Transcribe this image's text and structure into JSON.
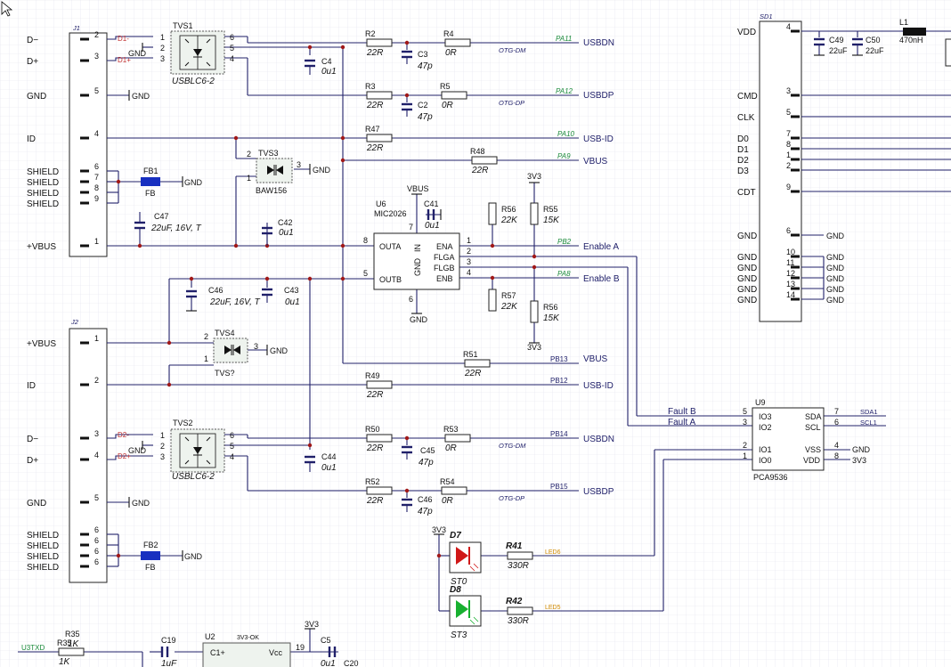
{
  "connectors": {
    "j1": {
      "ref": "J1",
      "pins": [
        {
          "label": "D−",
          "num": "2"
        },
        {
          "label": "D+",
          "num": "3"
        },
        {
          "label": "GND",
          "num": "5"
        },
        {
          "label": "ID",
          "num": "4"
        },
        {
          "label": "SHIELD",
          "num": "6"
        },
        {
          "label": "SHIELD",
          "num": "7"
        },
        {
          "label": "SHIELD",
          "num": "8"
        },
        {
          "label": "SHIELD",
          "num": "9"
        },
        {
          "label": "+VBUS",
          "num": "1"
        }
      ]
    },
    "j2": {
      "ref": "J2",
      "pins": [
        {
          "label": "+VBUS",
          "num": "1"
        },
        {
          "label": "ID",
          "num": "2"
        },
        {
          "label": "D−",
          "num": "3"
        },
        {
          "label": "D+",
          "num": "4"
        },
        {
          "label": "GND",
          "num": "5"
        },
        {
          "label": "SHIELD",
          "num": "6"
        },
        {
          "label": "SHIELD",
          "num": "6"
        },
        {
          "label": "SHIELD",
          "num": "6"
        },
        {
          "label": "SHIELD",
          "num": "6"
        }
      ]
    },
    "sd1": {
      "ref": "SD1",
      "pins": [
        {
          "label": "VDD",
          "num": "4"
        },
        {
          "label": "CMD",
          "num": "3"
        },
        {
          "label": "CLK",
          "num": "5"
        },
        {
          "label": "D0",
          "num": "7"
        },
        {
          "label": "D1",
          "num": "8"
        },
        {
          "label": "D2",
          "num": "1"
        },
        {
          "label": "D3",
          "num": "2"
        },
        {
          "label": "CDT",
          "num": "9"
        },
        {
          "label": "GND",
          "num": "6"
        },
        {
          "label": "GND",
          "num": "10"
        },
        {
          "label": "GND",
          "num": "11"
        },
        {
          "label": "GND",
          "num": "12"
        },
        {
          "label": "GND",
          "num": "13"
        },
        {
          "label": "GND",
          "num": "14"
        }
      ]
    }
  },
  "components": {
    "tvs1": {
      "ref": "TVS1",
      "value": "USBLC6-2",
      "pins": [
        "1",
        "2",
        "3",
        "6",
        "5",
        "4"
      ]
    },
    "tvs2": {
      "ref": "TVS2",
      "value": "USBLC6-2",
      "pins": [
        "1",
        "2",
        "3",
        "6",
        "5",
        "4"
      ]
    },
    "tvs3": {
      "ref": "TVS3",
      "value": "BAW156",
      "pins": [
        "2",
        "1",
        "3"
      ]
    },
    "tvs4": {
      "ref": "TVS4",
      "value": "TVS?",
      "pins": [
        "2",
        "1",
        "3"
      ]
    },
    "fb1": {
      "ref": "FB1",
      "value": "FB"
    },
    "fb2": {
      "ref": "FB2",
      "value": "FB"
    },
    "u6": {
      "ref": "U6",
      "value": "MIC2026",
      "pins": {
        "outa": "OUTA",
        "outb": "OUTB",
        "ena": "ENA",
        "flga": "FLGA",
        "flgb": "FLGB",
        "enb": "ENB",
        "in": "IN",
        "gnd": "GND"
      },
      "pin_nums": [
        "8",
        "5",
        "1",
        "2",
        "3",
        "4",
        "7",
        "6"
      ]
    },
    "u9": {
      "ref": "U9",
      "value": "PCA9536",
      "pins": [
        "IO3",
        "IO2",
        "IO1",
        "IO0",
        "SDA",
        "SCL",
        "VSS",
        "VDD"
      ],
      "pin_nums": [
        "5",
        "3",
        "2",
        "1",
        "7",
        "6",
        "4",
        "8"
      ]
    },
    "u2": {
      "ref": "U2",
      "value": "3V3-OK",
      "pins": [
        "C1+",
        "Vcc"
      ],
      "pin_nums": [
        "19"
      ]
    },
    "d7": {
      "ref": "D7",
      "value": "ST0"
    },
    "d8": {
      "ref": "D8",
      "value": "ST3"
    },
    "l1": {
      "ref": "L1",
      "value": "470nH"
    }
  },
  "resistors": [
    {
      "ref": "R2",
      "value": "22R"
    },
    {
      "ref": "R4",
      "value": "0R"
    },
    {
      "ref": "R3",
      "value": "22R"
    },
    {
      "ref": "R5",
      "value": "0R"
    },
    {
      "ref": "R47",
      "value": "22R"
    },
    {
      "ref": "R48",
      "value": "22R"
    },
    {
      "ref": "R56",
      "value": "22K"
    },
    {
      "ref": "R55",
      "value": "15K"
    },
    {
      "ref": "R57",
      "value": "22K"
    },
    {
      "ref": "R56",
      "value": "15K"
    },
    {
      "ref": "R51",
      "value": "22R"
    },
    {
      "ref": "R49",
      "value": "22R"
    },
    {
      "ref": "R50",
      "value": "22R"
    },
    {
      "ref": "R53",
      "value": "0R"
    },
    {
      "ref": "R52",
      "value": "22R"
    },
    {
      "ref": "R54",
      "value": "0R"
    },
    {
      "ref": "R41",
      "value": "330R"
    },
    {
      "ref": "R42",
      "value": "330R"
    },
    {
      "ref": "R35",
      "value": "1K"
    }
  ],
  "capacitors": [
    {
      "ref": "C4",
      "value": "0u1"
    },
    {
      "ref": "C3",
      "value": "47p"
    },
    {
      "ref": "C2",
      "value": "47p"
    },
    {
      "ref": "C47",
      "value": "22uF, 16V, T"
    },
    {
      "ref": "C42",
      "value": "0u1"
    },
    {
      "ref": "C41",
      "value": "0u1"
    },
    {
      "ref": "C46",
      "value": "22uF, 16V, T"
    },
    {
      "ref": "C43",
      "value": "0u1"
    },
    {
      "ref": "C44",
      "value": "0u1"
    },
    {
      "ref": "C45",
      "value": "47p"
    },
    {
      "ref": "C46",
      "value": "47p"
    },
    {
      "ref": "C49",
      "value": "22uF"
    },
    {
      "ref": "C50",
      "value": "22uF"
    },
    {
      "ref": "C19",
      "value": "1uF"
    },
    {
      "ref": "C5",
      "value": "0u1"
    },
    {
      "ref": "C20",
      "value": ""
    }
  ],
  "nets": {
    "d1m": "D1-",
    "d1p": "D1+",
    "d2m": "D2-",
    "d2p": "D2+",
    "gnd": "GND",
    "vbus": "VBUS",
    "v3": "3V3",
    "otg_dm": "OTG-DM",
    "otg_dp": "OTG-DP",
    "pa11": "PA11",
    "pa12": "PA12",
    "pa10": "PA10",
    "pa9": "PA9",
    "pb2": "PB2",
    "pa8": "PA8",
    "pb13": "PB13",
    "pb12": "PB12",
    "pb14": "PB14",
    "pb15": "PB15",
    "led6": "LED6",
    "led5": "LED5",
    "sda1": "SDA1",
    "scl1": "SCL1",
    "u3txd": "U3TXD"
  },
  "signals": {
    "usbdn1": "USBDN",
    "usbdp1": "USBDP",
    "usbid1": "USB-ID",
    "vbus1": "VBUS",
    "ena": "Enable A",
    "enb": "Enable B",
    "vbus2": "VBUS",
    "usbid2": "USB-ID",
    "usbdn2": "USBDN",
    "usbdp2": "USBDP",
    "fault_b": "Fault B",
    "fault_a": "Fault A"
  },
  "colors": {
    "wire": "#20206a",
    "pin": "#111111",
    "junction": "#a01818",
    "led_red": "#d01818",
    "led_green": "#18b030",
    "ref_red": "#c03030",
    "net_green": "#1a8a3a",
    "net_orange": "#d08a00",
    "ferrite": "#1830c0"
  }
}
